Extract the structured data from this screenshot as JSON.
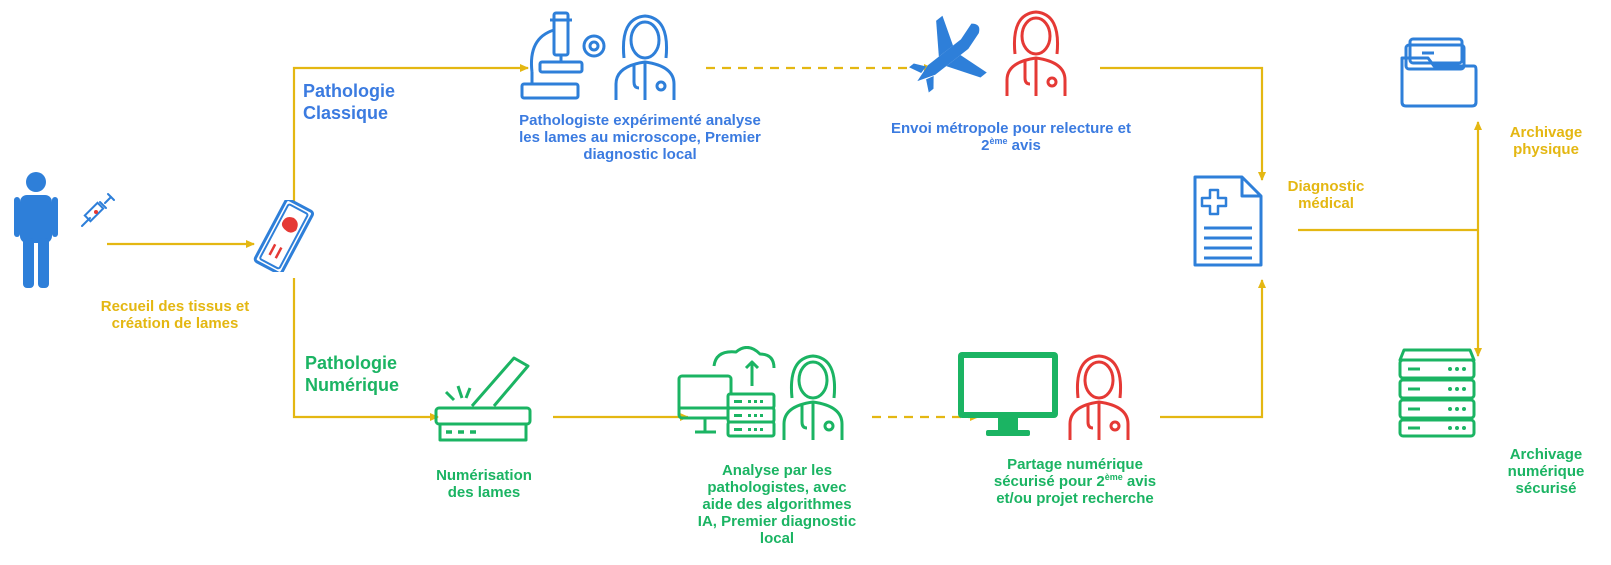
{
  "colors": {
    "arrow": "#e4b712",
    "classic": "#3b7be0",
    "digital": "#1bb463",
    "accent_red": "#e53935"
  },
  "branches": {
    "classic_title_line1": "Pathologie",
    "classic_title_line2": "Classique",
    "digital_title_line1": "Pathologie",
    "digital_title_line2": "Numérique"
  },
  "steps": {
    "collection": {
      "line1": "Recueil des tissus et",
      "line2": "création de lames",
      "icon": "patient-icon"
    },
    "classic_analysis": {
      "line1": "Pathologiste expérimenté analyse",
      "line2": "les lames au microscope, Premier",
      "line3": "diagnostic local",
      "icon": "microscope-icon"
    },
    "send_metropole": {
      "line1": "Envoi métropole  pour relecture et",
      "line2_num": "2",
      "line2_sup": "ème",
      "line2_rest": " avis",
      "icon": "airplane-icon"
    },
    "digitization": {
      "line1": "Numérisation",
      "line2": "des lames",
      "icon": "scanner-icon"
    },
    "digital_analysis": {
      "line1": "Analyse  par les",
      "line2": "pathologistes,  avec",
      "line3": "aide des algorithmes",
      "line4": "IA, Premier diagnostic",
      "line5": "local",
      "icon": "cloud-server-icon"
    },
    "digital_share": {
      "line1": "Partage numérique",
      "line2_pre": "sécurisé  pour 2",
      "line2_sup": "ème",
      "line2_rest": " avis",
      "line3": "et/ou projet recherche",
      "icon": "monitor-icon"
    },
    "diagnosis": {
      "line1": "Diagnostic",
      "line2": "médical",
      "icon": "medical-document-icon"
    },
    "physical_archive": {
      "line1": "Archivage",
      "line2": "physique",
      "icon": "folder-icon"
    },
    "digital_archive": {
      "line1": "Archivage",
      "line2": "numérique",
      "line3": "sécurisé",
      "icon": "server-icon"
    }
  }
}
